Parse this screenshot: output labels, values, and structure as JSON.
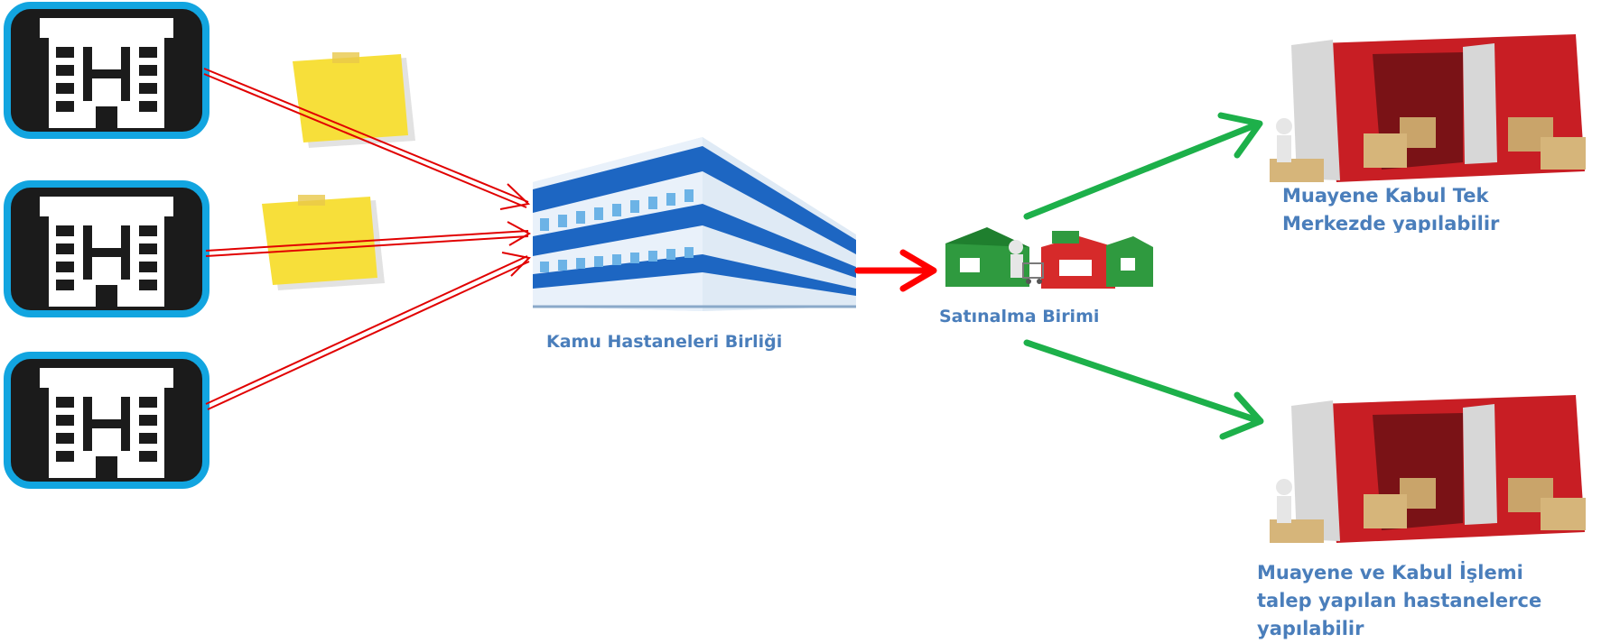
{
  "diagram": {
    "center_label": "Kamu Hastaneleri Birliği",
    "procurement_label": "Satınalma Birimi",
    "outcome_top": [
      "Muayene Kabul Tek",
      "Merkezde yapılabilir"
    ],
    "outcome_bottom": [
      "Muayene ve Kabul İşlemi",
      "talep yapılan hastanelerce",
      "yapılabilir"
    ]
  },
  "colors": {
    "icon_border": "#12a5e0",
    "icon_fill": "#1b1b1b",
    "request_arrow": "#e10000",
    "main_arrow": "#ff0000",
    "outcome_arrow": "#1db04a",
    "label_text": "#4a7ebb",
    "sticky_note": "#f7df3a"
  },
  "icons": [
    "hospital-icon",
    "hospital-icon",
    "hospital-icon",
    "sticky-note-icon",
    "sticky-note-icon",
    "office-building-icon",
    "shopping-houses-icon",
    "container-truck-icon",
    "container-truck-icon"
  ]
}
